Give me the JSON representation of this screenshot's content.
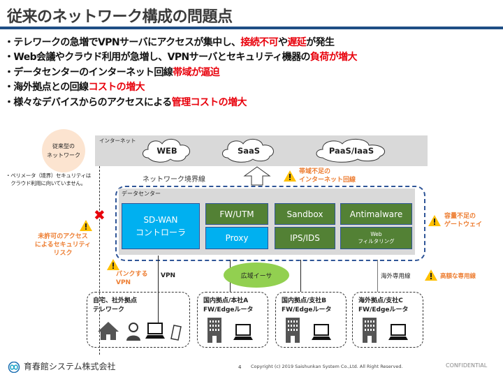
{
  "title": "従来のネットワーク構成の問題点",
  "bullets": [
    {
      "segments": [
        {
          "text": "・テレワークの急増でVPNサーバにアクセスが集中し、",
          "highlight": false
        },
        {
          "text": "接続不可",
          "highlight": true
        },
        {
          "text": "や",
          "highlight": false
        },
        {
          "text": "遅延",
          "highlight": true
        },
        {
          "text": "が発生",
          "highlight": false
        }
      ]
    },
    {
      "segments": [
        {
          "text": "・Web会議やクラウド利用が急増し、VPNサーバとセキュリティ機器の",
          "highlight": false
        },
        {
          "text": "負荷が増大",
          "highlight": true
        }
      ]
    },
    {
      "segments": [
        {
          "text": "・データセンターのインターネット回線",
          "highlight": false
        },
        {
          "text": "帯域が逼迫",
          "highlight": true
        }
      ]
    },
    {
      "segments": [
        {
          "text": "・海外拠点との回線",
          "highlight": false
        },
        {
          "text": "コストの増大",
          "highlight": true
        }
      ]
    },
    {
      "segments": [
        {
          "text": "・様々なデバイスからのアクセスによる",
          "highlight": false
        },
        {
          "text": "管理コストの増大",
          "highlight": true
        }
      ]
    }
  ],
  "diagram": {
    "legacy_label_1": "従来型の",
    "legacy_label_2": "ネットワーク",
    "perimeter_note_1": "・ペリメータ（境界）セキュリティは",
    "perimeter_note_2": "クラウド利用に向いていません。",
    "internet_label": "インターネット",
    "clouds": [
      "WEB",
      "SaaS",
      "PaaS/IaaS"
    ],
    "boundary_label": "ネットワーク境界線",
    "bandwidth_warning_1": "帯域不足の",
    "bandwidth_warning_2": "インターネット回線",
    "datacenter_label": "データセンター",
    "sdwan_1": "SD-WAN",
    "sdwan_2": "コントローラ",
    "tiles": {
      "fw": "FW/UTM",
      "proxy": "Proxy",
      "sandbox": "Sandbox",
      "ips": "IPS/IDS",
      "antimalware": "Antimalware",
      "web1": "Web",
      "web2": "フィルタリング"
    },
    "capacity_warning_1": "容量不足の",
    "capacity_warning_2": "ゲートウェイ",
    "unauth_1": "未許可のアクセス",
    "unauth_2": "によるセキュリティ",
    "unauth_3": "リスク",
    "punk_1": "パンクする",
    "punk_2": "VPN",
    "vpn_label": "VPN",
    "ethernet_label": "広域イーサ",
    "overseas_line_label": "海外専用線",
    "expensive_warning": "高額な専用線",
    "sites": [
      {
        "line1": "自宅、社外拠点",
        "line2": "テレワーク"
      },
      {
        "line1": "国内拠点/本社A",
        "line2": "FW/Edgeルータ"
      },
      {
        "line1": "国内拠点/支社B",
        "line2": "FW/Edgeルータ"
      },
      {
        "line1": "海外拠点/支社C",
        "line2": "FW/Edgeルータ"
      }
    ]
  },
  "footer": {
    "company": "育春館システム株式会社",
    "page": "4",
    "copyright": "Copyright (c) 2019 Saishunkan System Co.,Ltd. All Right Reserved.",
    "confidential": "CONFIDENTIAL"
  }
}
